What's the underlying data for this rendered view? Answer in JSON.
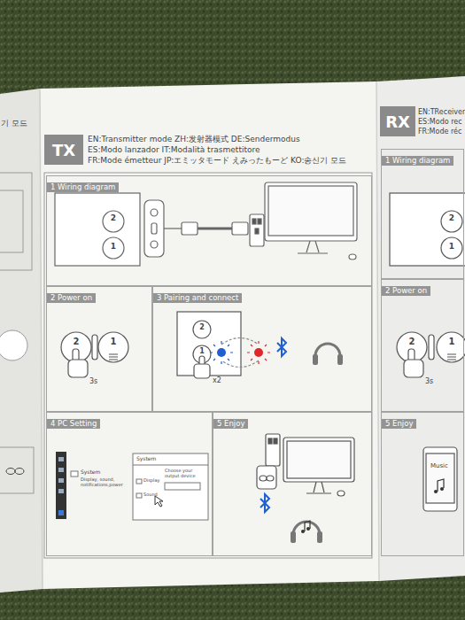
{
  "diagram": {
    "nodes": [
      {
        "text": [
          "TX"
        ]
      },
      {
        "text": [
          "1 Wiring diagram"
        ]
      },
      {
        "text": [
          "2 Power on"
        ]
      },
      {
        "text": [
          "3 Pairing and connect"
        ]
      },
      {
        "text": [
          "4 PC Setting"
        ]
      },
      {
        "text": [
          "5 Enjoy"
        ]
      },
      {
        "text": [
          "RX"
        ]
      },
      {
        "text": [
          "1 Wiring diagram"
        ]
      },
      {
        "text": [
          "2 Power on"
        ]
      },
      {
        "text": [
          "5 Enjoy"
        ]
      }
    ],
    "labels": [
      "기 모드",
      "EN:Transmitter mode ZH:发射器模式 DE:Sendermodus",
      "ES:Modo lanzador IT:Modalità trasmettitore",
      "FR:Mode émetteur JP:エミッタモード えみったもーど KO:송신기 모드",
      "3s",
      "x2",
      "System",
      "Display, sound, notifications,power",
      "System",
      "Choose your output device",
      "Display",
      "Sound",
      "EN:TReceiver",
      "ES:Modo rec",
      "FR:Mode réc",
      "3s",
      "Music",
      "2",
      "1",
      "2",
      "1",
      "2",
      "1",
      "2",
      "1",
      "2",
      "1"
    ]
  }
}
